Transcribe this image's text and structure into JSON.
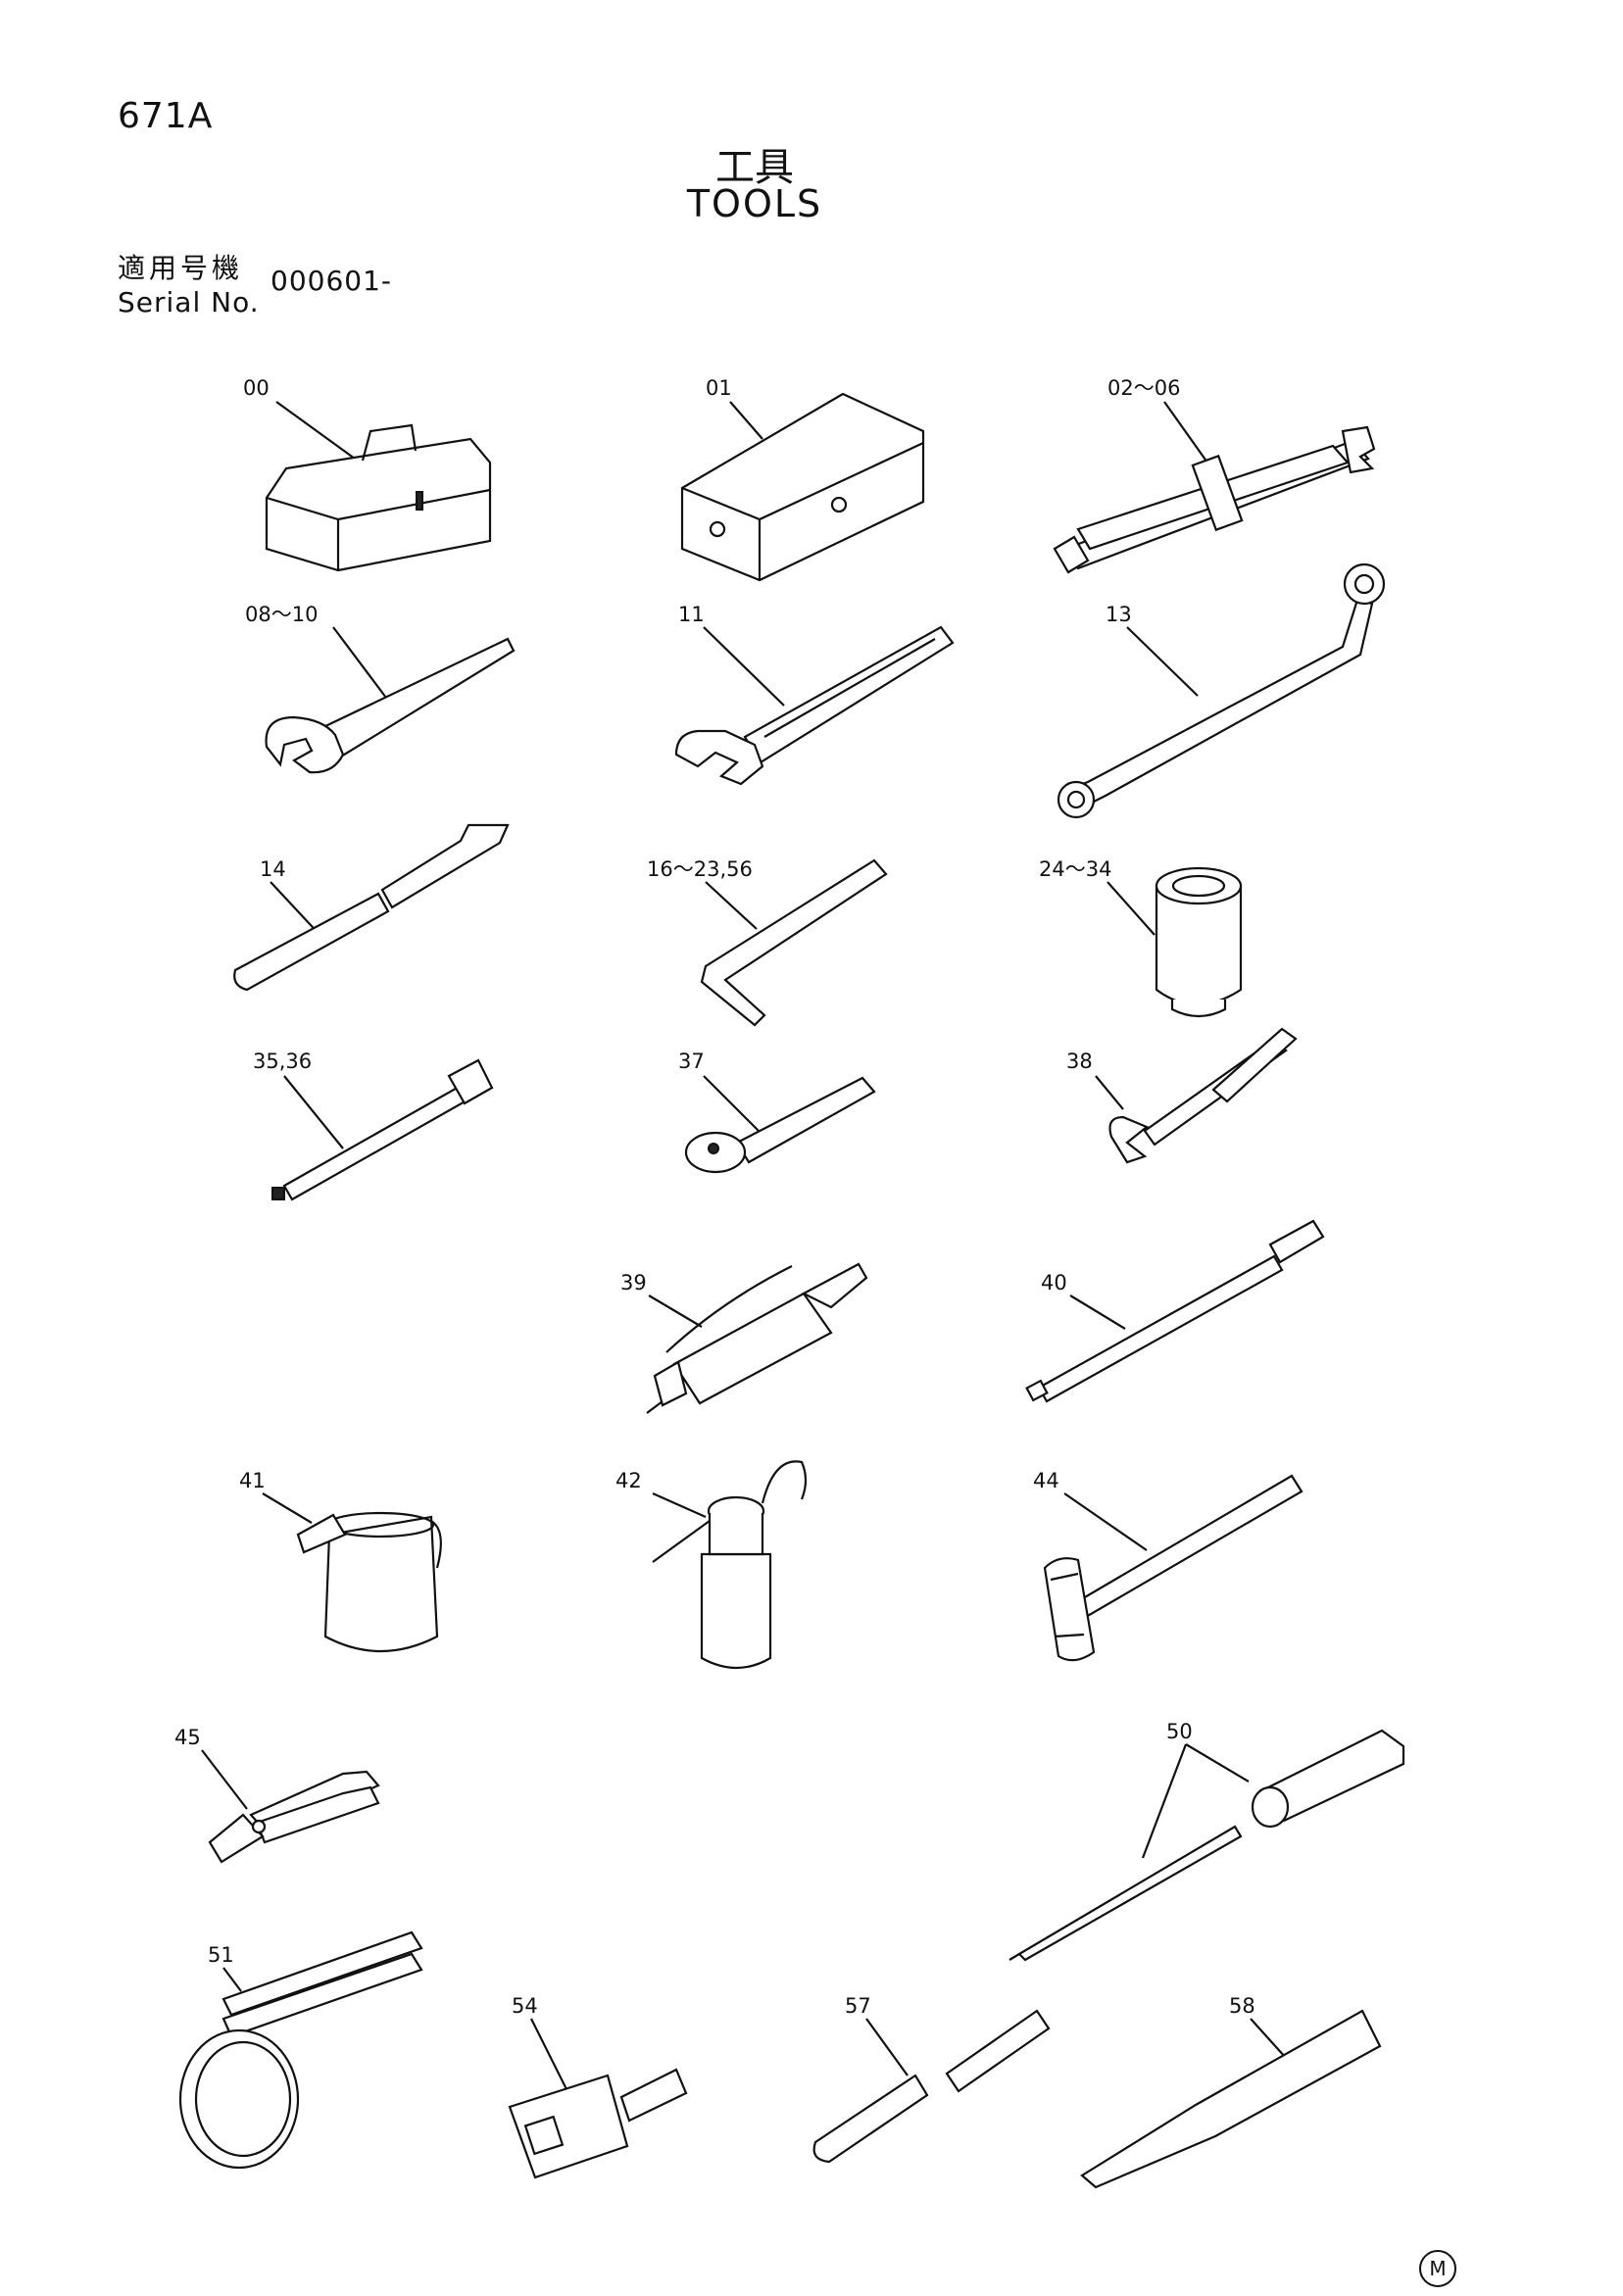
{
  "header": {
    "page_id": "671A",
    "title_jp": "工具",
    "title_en": "TOOLS",
    "serial_label_jp": "適用号機",
    "serial_label_en": "Serial No.",
    "serial_value": "000601-"
  },
  "callouts": [
    {
      "id": "00"
    },
    {
      "id": "01"
    },
    {
      "id": "02〜06"
    },
    {
      "id": "08〜10"
    },
    {
      "id": "11"
    },
    {
      "id": "13"
    },
    {
      "id": "14"
    },
    {
      "id": "16〜23,56"
    },
    {
      "id": "24〜34"
    },
    {
      "id": "35,36"
    },
    {
      "id": "37"
    },
    {
      "id": "38"
    },
    {
      "id": "39"
    },
    {
      "id": "40"
    },
    {
      "id": "41"
    },
    {
      "id": "42"
    },
    {
      "id": "44"
    },
    {
      "id": "45"
    },
    {
      "id": "50"
    },
    {
      "id": "51"
    },
    {
      "id": "54"
    },
    {
      "id": "57"
    },
    {
      "id": "58"
    }
  ],
  "footer": {
    "mark": "M"
  }
}
